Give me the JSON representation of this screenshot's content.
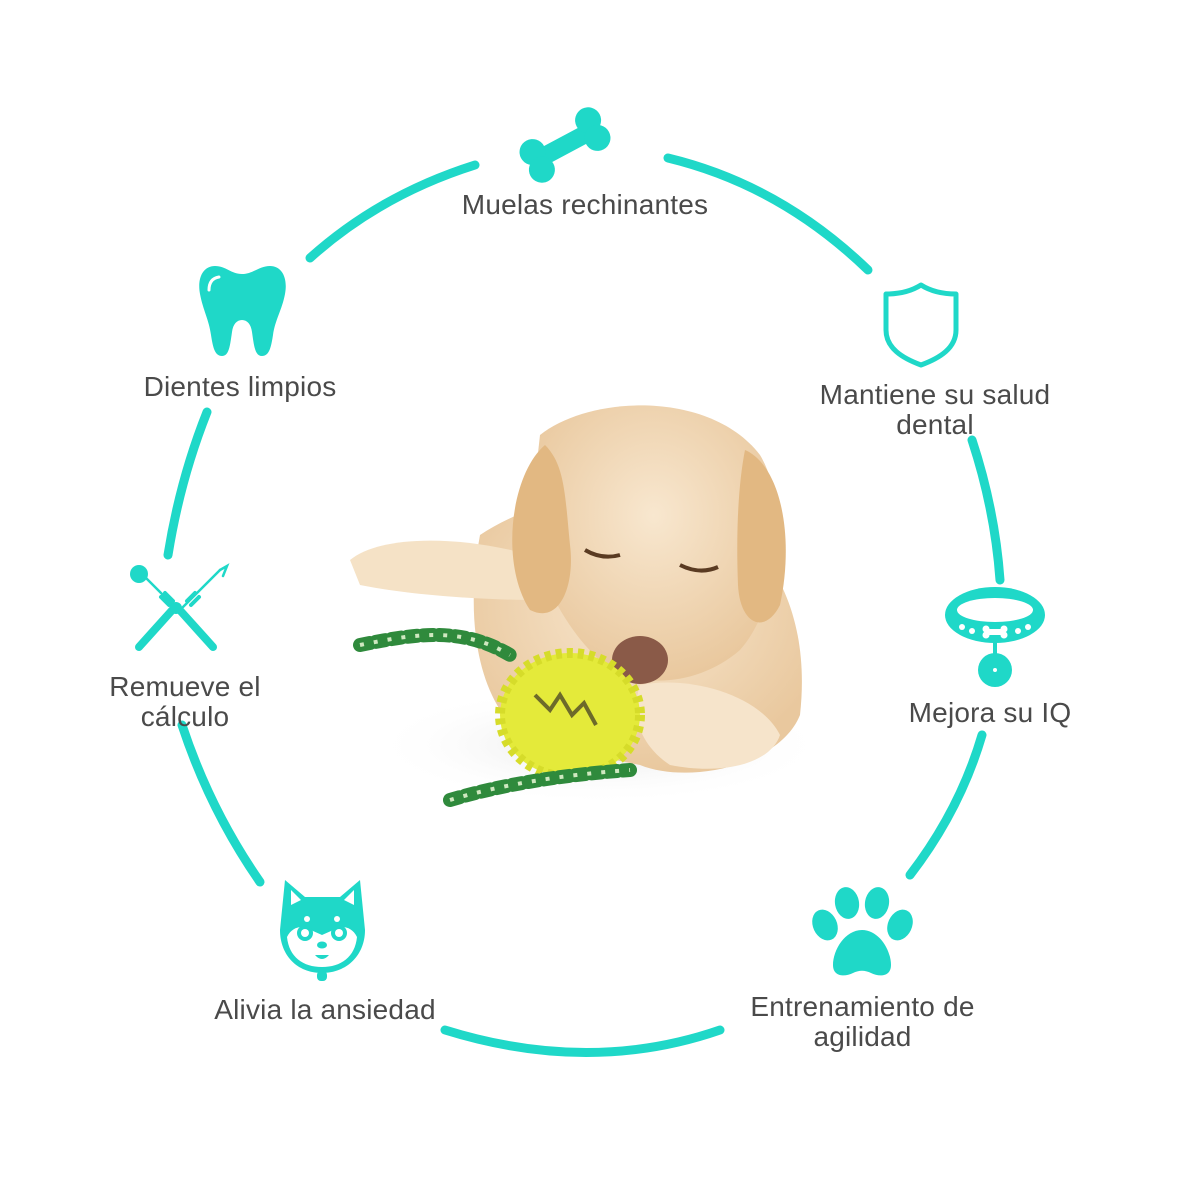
{
  "colors": {
    "accent": "#1fd8c8",
    "text": "#4a4a4a",
    "background": "#ffffff",
    "dog_fur": "#f3dcbd",
    "toy_yellow": "#e4ea3a",
    "rope_green": "#2f8a3c"
  },
  "features": [
    {
      "id": "muelas",
      "label": "Muelas rechinantes",
      "icon": "bone-icon"
    },
    {
      "id": "salud",
      "label": "Mantiene su salud\ndental",
      "icon": "shield-icon"
    },
    {
      "id": "iq",
      "label": "Mejora su IQ",
      "icon": "dog-collar-icon"
    },
    {
      "id": "agilidad",
      "label": "Entrenamiento de\nagilidad",
      "icon": "paw-print-icon"
    },
    {
      "id": "ansiedad",
      "label": "Alivia la ansiedad",
      "icon": "shiba-dog-face-icon"
    },
    {
      "id": "calculo",
      "label": "Remueve el\ncálculo",
      "icon": "dental-tools-icon"
    },
    {
      "id": "dientes",
      "label": "Dientes limpios",
      "icon": "tooth-icon"
    }
  ],
  "center_image": {
    "subject": "Labrador dog chewing yellow spiked toy with green rope"
  }
}
